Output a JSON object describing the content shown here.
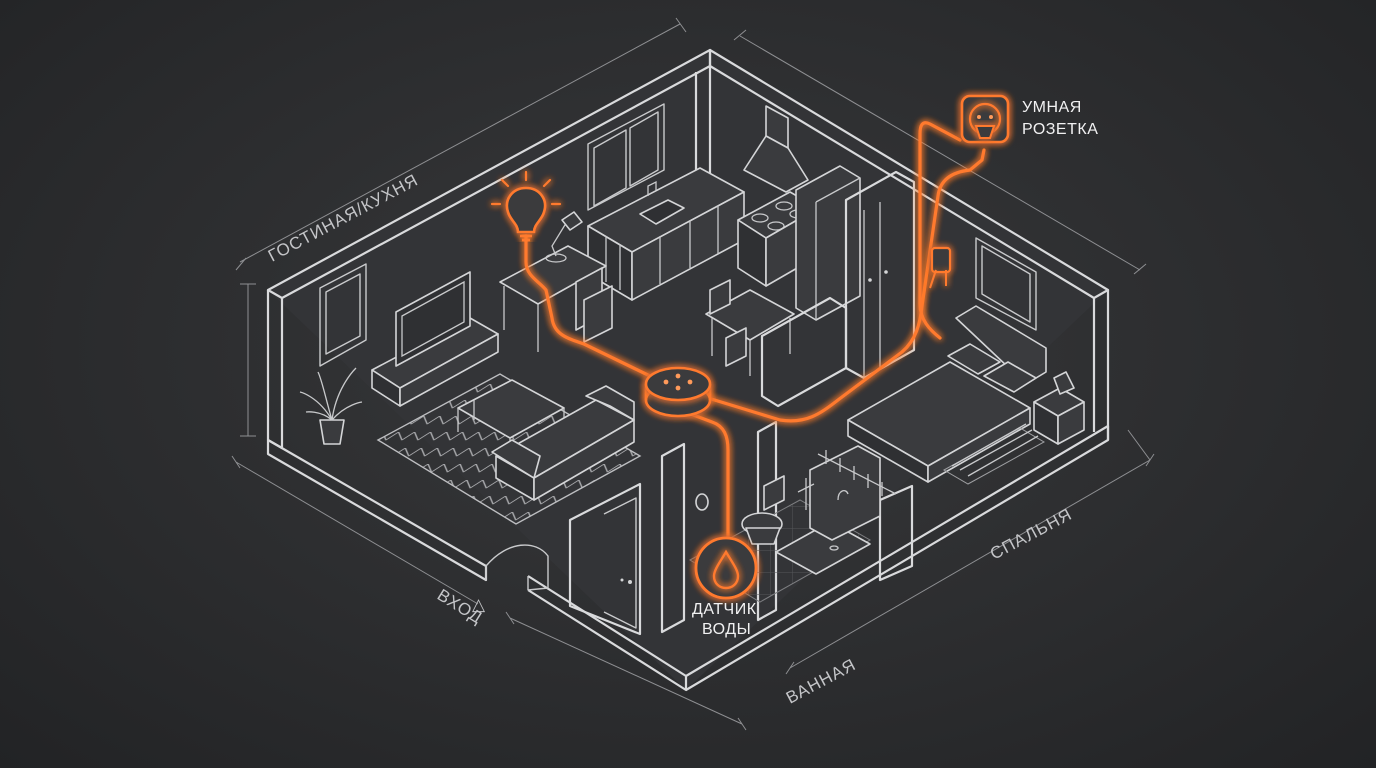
{
  "rooms": {
    "living_kitchen": "ГОСТИНАЯ/КУХНЯ",
    "entrance": "ВХОД",
    "bathroom": "ВАННАЯ",
    "bedroom": "СПАЛЬНЯ"
  },
  "devices": {
    "smart_socket_line1": "УМНАЯ",
    "smart_socket_line2": "РОЗЕТКА",
    "water_sensor_line1": "ДАТЧИК",
    "water_sensor_line2": "ВОДЫ"
  },
  "colors": {
    "background": "#2c2d2f",
    "wire_glow": "#ff7a2e",
    "outline": "#d9dadc"
  },
  "icons": {
    "hub": "smart-hub-icon",
    "bulb": "light-bulb-icon",
    "socket": "smart-socket-icon",
    "water": "water-drop-icon"
  }
}
